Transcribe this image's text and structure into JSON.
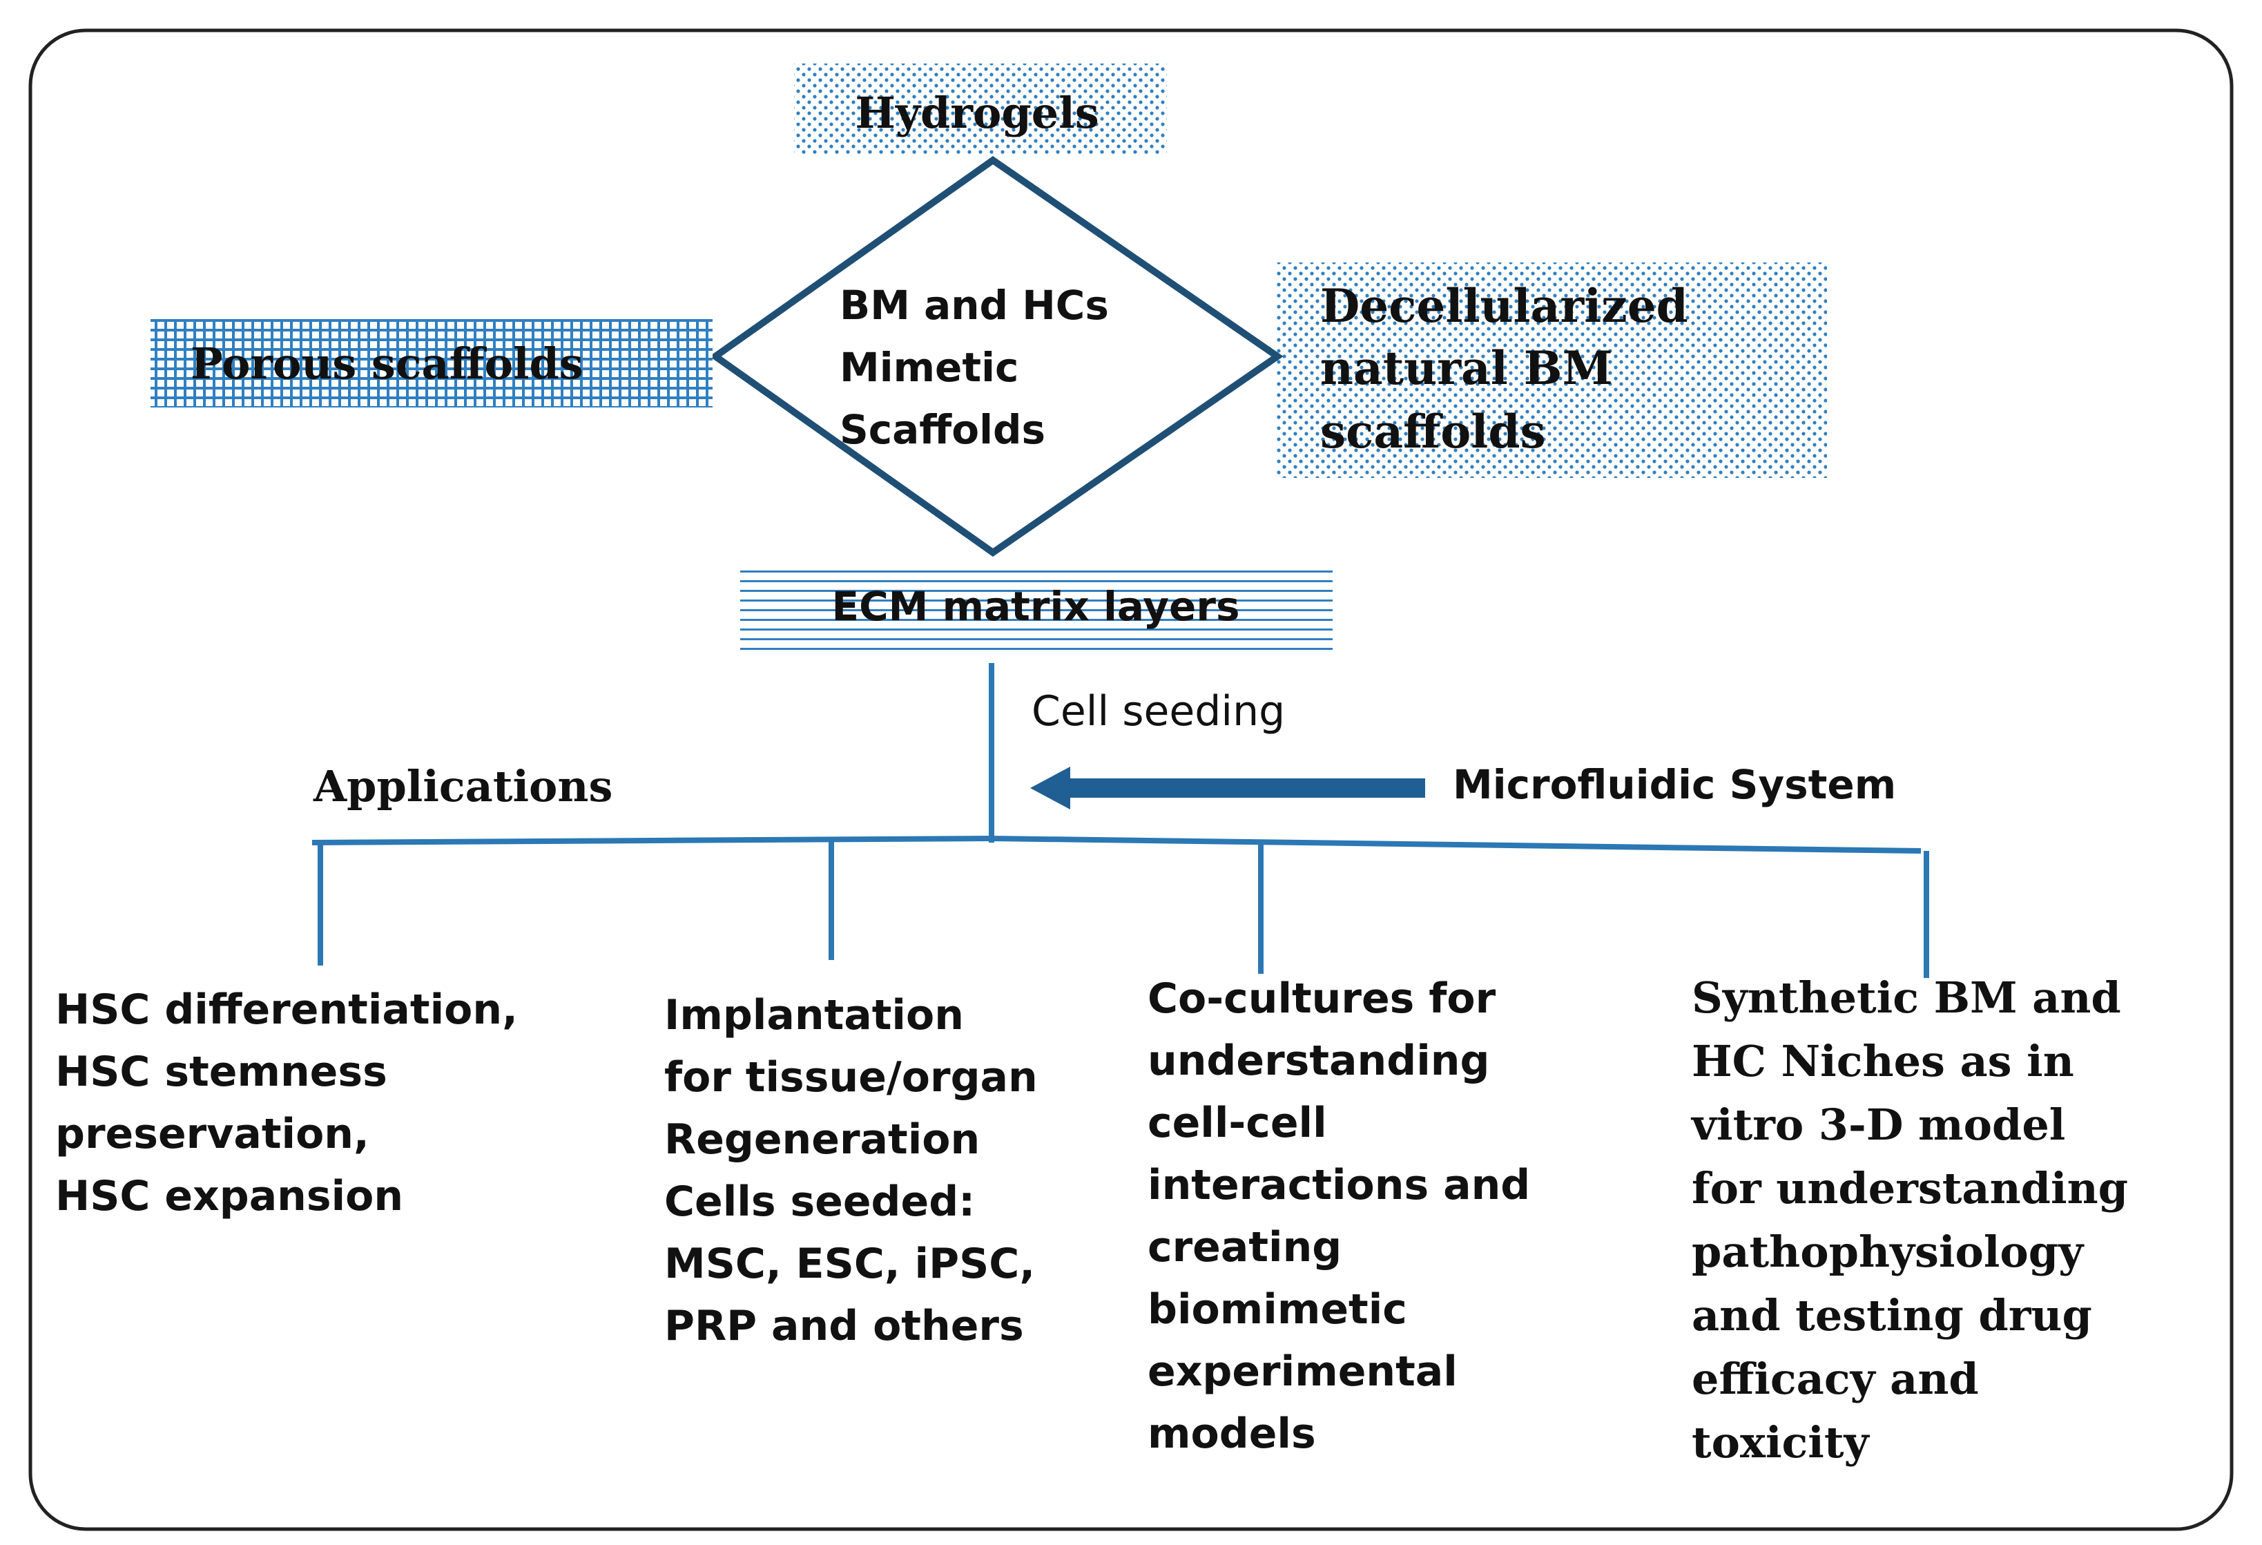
{
  "colors": {
    "frame": "#222222",
    "line": "#2b78b4",
    "diamond": "#1f4f75",
    "arrow": "#1f5f93",
    "pattern": "#2f7fc1",
    "text": "#111111"
  },
  "top_label": "Hydrogels",
  "center_shape": {
    "lines": [
      "BM and HCs",
      "Mimetic",
      "Scaffolds"
    ]
  },
  "left_label": "Porous  scaffolds",
  "right_label": {
    "lines": [
      "Decellularized",
      "natural  BM",
      "scaffolds"
    ]
  },
  "bottom_label": "ECM matrix  layers",
  "cell_seeding_label": "Cell seeding",
  "microfluidic_label": "Microfluidic System",
  "applications_label": "Applications",
  "applications": [
    {
      "lines": [
        "HSC differentiation,",
        "HSC stemness",
        "preservation,",
        "HSC expansion"
      ]
    },
    {
      "lines": [
        "Implantation",
        "for tissue/organ",
        "Regeneration",
        "Cells seeded:",
        "MSC, ESC, iPSC,",
        "PRP and  others"
      ]
    },
    {
      "lines": [
        "Co-cultures for",
        "understanding",
        "cell-cell",
        "interactions and",
        "creating",
        "biomimetic",
        "experimental",
        "models"
      ]
    },
    {
      "lines": [
        "Synthetic  BM and",
        "HC  Niches as in",
        "vitro  3-D model",
        "for understanding",
        "pathophysiology",
        "and  testing drug",
        "efficacy  and",
        "toxicity"
      ]
    }
  ]
}
